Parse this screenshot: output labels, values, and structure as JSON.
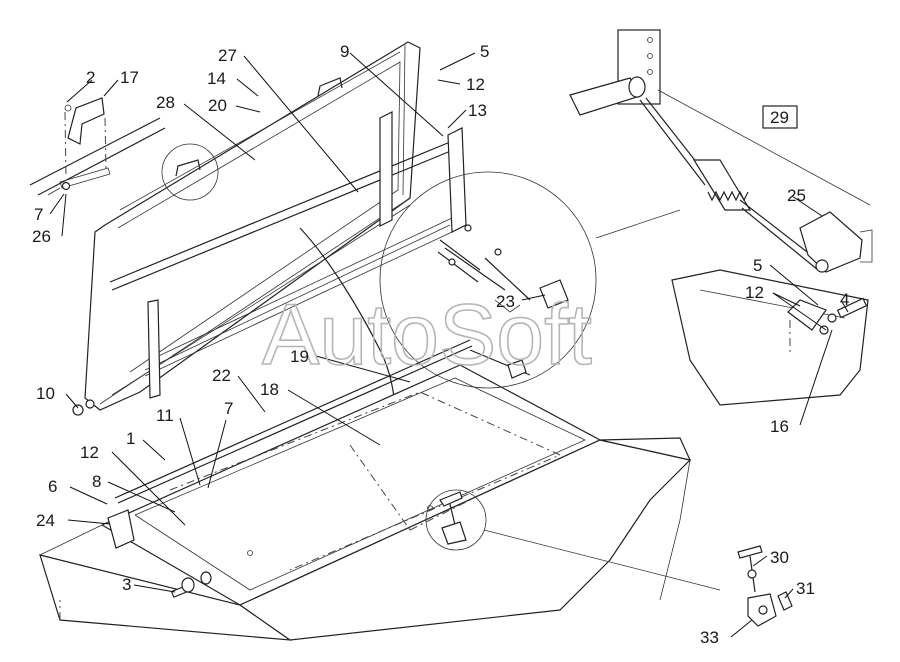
{
  "watermark": "AutoSoft",
  "callouts": [
    {
      "id": "c2",
      "text": "2"
    },
    {
      "id": "c17",
      "text": "17"
    },
    {
      "id": "c28",
      "text": "28"
    },
    {
      "id": "c27",
      "text": "27"
    },
    {
      "id": "c14",
      "text": "14"
    },
    {
      "id": "c20",
      "text": "20"
    },
    {
      "id": "c9",
      "text": "9"
    },
    {
      "id": "c5a",
      "text": "5"
    },
    {
      "id": "c12a",
      "text": "12"
    },
    {
      "id": "c13",
      "text": "13"
    },
    {
      "id": "c29",
      "text": "29"
    },
    {
      "id": "c7a",
      "text": "7"
    },
    {
      "id": "c26",
      "text": "26"
    },
    {
      "id": "c25",
      "text": "25"
    },
    {
      "id": "c5b",
      "text": "5"
    },
    {
      "id": "c12b",
      "text": "12"
    },
    {
      "id": "c4",
      "text": "4"
    },
    {
      "id": "c23",
      "text": "23"
    },
    {
      "id": "c19",
      "text": "19"
    },
    {
      "id": "c16",
      "text": "16"
    },
    {
      "id": "c10",
      "text": "10"
    },
    {
      "id": "c22",
      "text": "22"
    },
    {
      "id": "c18",
      "text": "18"
    },
    {
      "id": "c11",
      "text": "11"
    },
    {
      "id": "c7b",
      "text": "7"
    },
    {
      "id": "c1",
      "text": "1"
    },
    {
      "id": "c12c",
      "text": "12"
    },
    {
      "id": "c8",
      "text": "8"
    },
    {
      "id": "c6",
      "text": "6"
    },
    {
      "id": "c24",
      "text": "24"
    },
    {
      "id": "c3",
      "text": "3"
    },
    {
      "id": "c30",
      "text": "30"
    },
    {
      "id": "c31",
      "text": "31"
    },
    {
      "id": "c33",
      "text": "33"
    }
  ]
}
